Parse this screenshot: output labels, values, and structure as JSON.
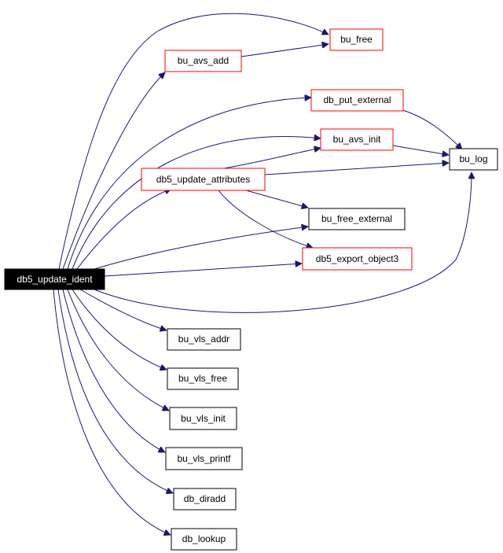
{
  "colors": {
    "edge": "#191970",
    "link_border": "#ff0000",
    "plain_border": "#000000",
    "root_fill": "#000000",
    "root_text": "#ffffff"
  },
  "graph": {
    "nodes": {
      "root": "db5_update_ident",
      "bu_free": "bu_free",
      "bu_avs_add": "bu_avs_add",
      "db_put_external": "db_put_external",
      "bu_avs_init": "bu_avs_init",
      "bu_log": "bu_log",
      "db5_update_attributes": "db5_update_attributes",
      "bu_free_external": "bu_free_external",
      "db5_export_object3": "db5_export_object3",
      "bu_vls_addr": "bu_vls_addr",
      "bu_vls_free": "bu_vls_free",
      "bu_vls_init": "bu_vls_init",
      "bu_vls_printf": "bu_vls_printf",
      "db_diradd": "db_diradd",
      "db_lookup": "db_lookup"
    }
  }
}
